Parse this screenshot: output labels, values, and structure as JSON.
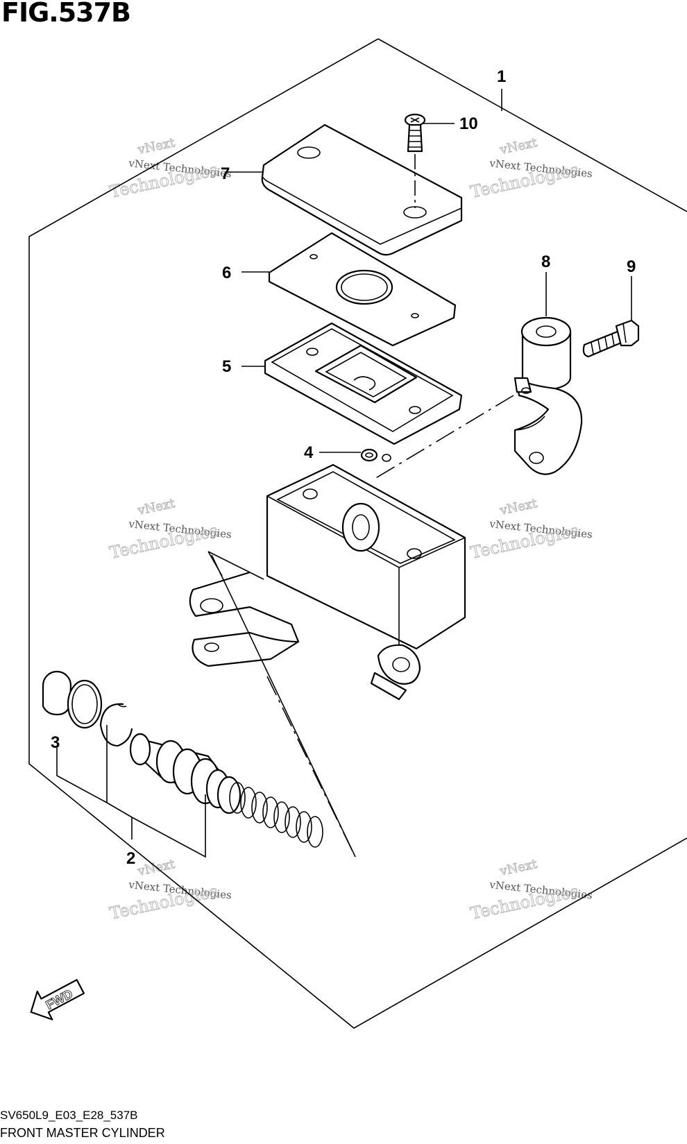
{
  "figure": {
    "title": "FIG.537B",
    "code": "SV650L9_E03_E28_537B",
    "caption": "FRONT MASTER CYLINDER",
    "fwd_label": "FWD"
  },
  "callouts": [
    {
      "id": "1",
      "label": "1"
    },
    {
      "id": "2",
      "label": "2"
    },
    {
      "id": "3",
      "label": "3"
    },
    {
      "id": "4",
      "label": "4"
    },
    {
      "id": "5",
      "label": "5"
    },
    {
      "id": "6",
      "label": "6"
    },
    {
      "id": "7",
      "label": "7"
    },
    {
      "id": "8",
      "label": "8"
    },
    {
      "id": "9",
      "label": "9"
    },
    {
      "id": "10",
      "label": "10"
    }
  ],
  "watermark": {
    "line1": "vNext",
    "line2": "vNext Technologies",
    "line3": "Technologies"
  },
  "colors": {
    "ink": "#000000",
    "background": "#ffffff",
    "watermark": "#bbbbbb"
  }
}
